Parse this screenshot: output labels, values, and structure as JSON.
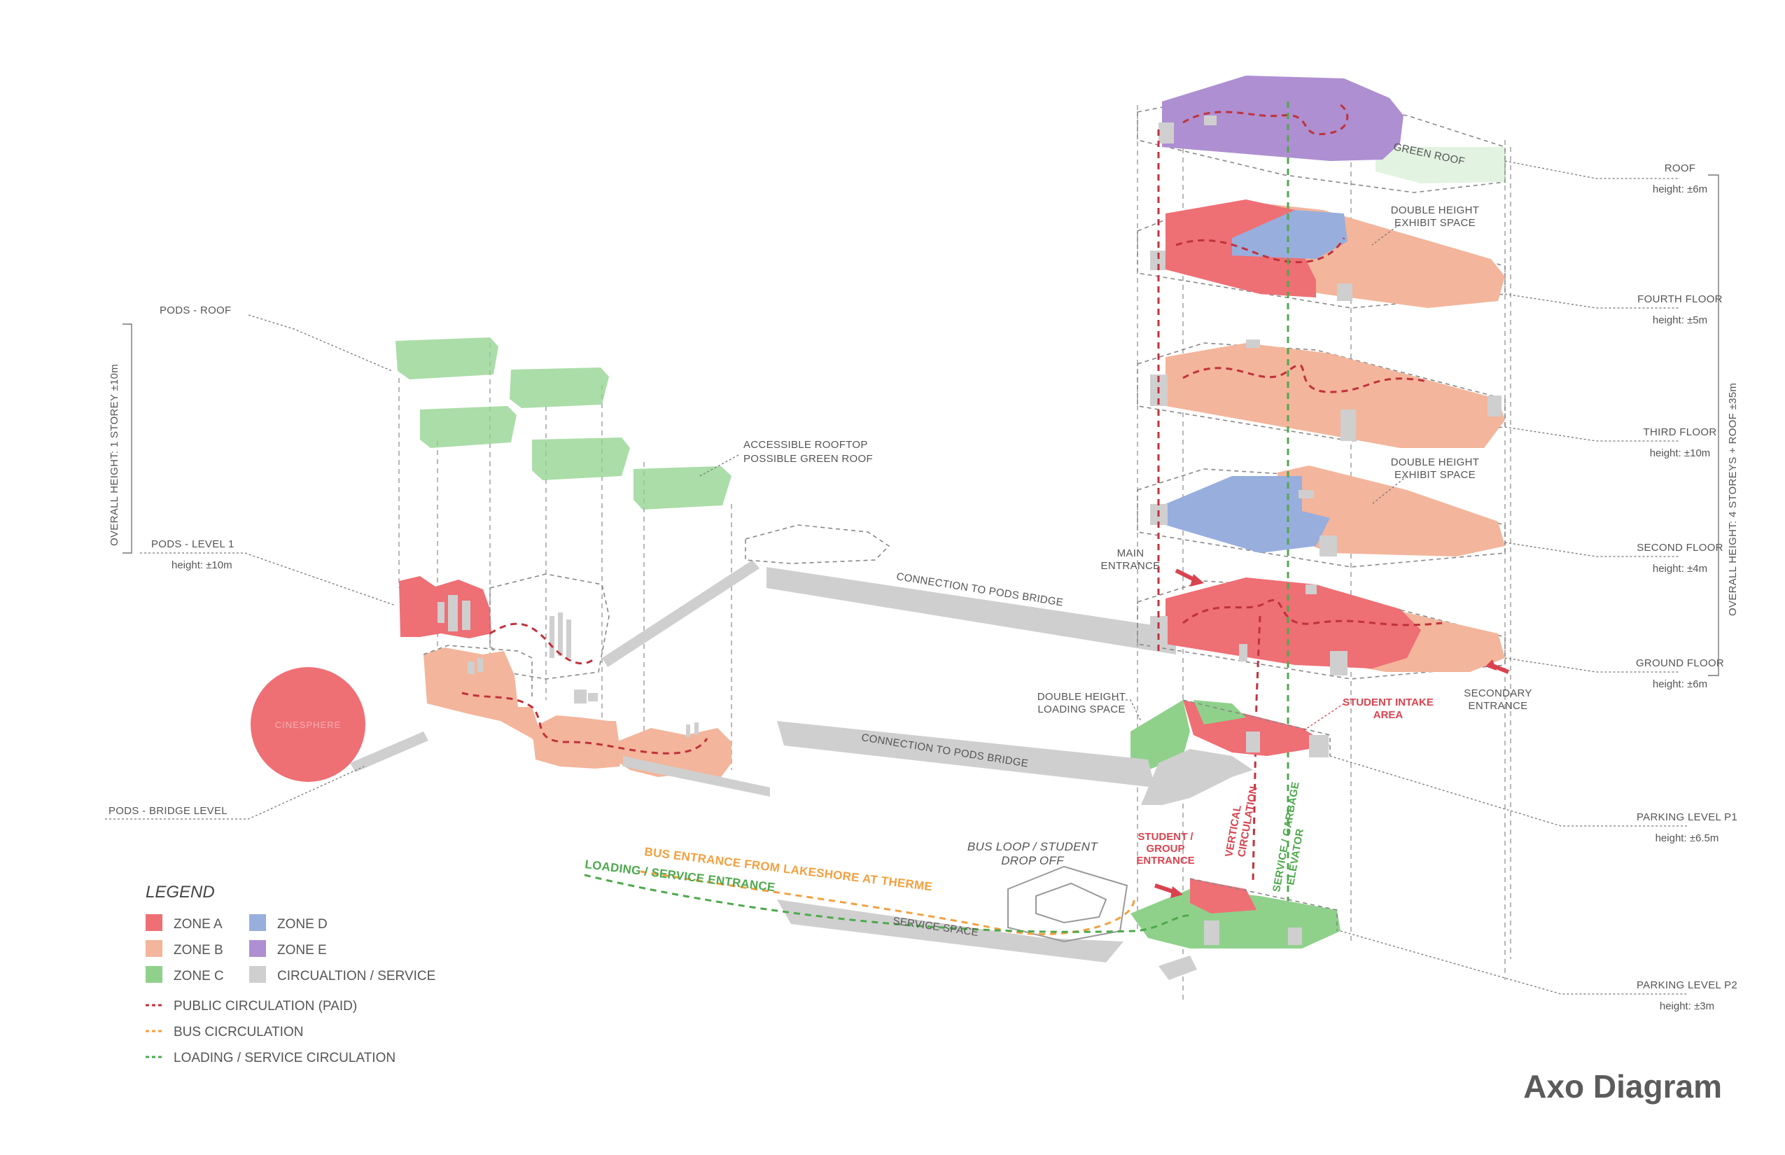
{
  "title": "Axo Diagram",
  "pods": {
    "roof": "PODS - ROOF",
    "level1": "PODS - LEVEL 1",
    "level1_height": "height: ±10m",
    "bridge": "PODS  - BRIDGE LEVEL",
    "overall_height": "OVERALL HEIGHT: 1 STOREY ±10m",
    "rooftop_line1": "ACCESSIBLE  ROOFTOP",
    "rooftop_line2": "POSSIBLE GREEN ROOF",
    "cinesphere": "CINESPHERE"
  },
  "floors": [
    {
      "name": "ROOF",
      "height": "height: ±6m"
    },
    {
      "name": "FOURTH FLOOR",
      "height": "height: ±5m"
    },
    {
      "name": "THIRD FLOOR",
      "height": "height: ±10m"
    },
    {
      "name": "SECOND FLOOR",
      "height": "height: ±4m"
    },
    {
      "name": "GROUND FLOOR",
      "height": "height: ±6m"
    },
    {
      "name": "PARKING LEVEL P1",
      "height": "height: ±6.5m"
    },
    {
      "name": "PARKING LEVEL P2",
      "height": "height: ±3m"
    }
  ],
  "tower_overall_height": "OVERALL HEIGHT: 4 STOREYS + ROOF ±35m",
  "annotations": {
    "green_roof": "GREEN ROOF",
    "double_height_1": "DOUBLE HEIGHT",
    "exhibit_space_1": "EXHIBIT SPACE",
    "double_height_2": "DOUBLE HEIGHT",
    "exhibit_space_2": "EXHIBIT SPACE",
    "main_entrance_1": "MAIN",
    "main_entrance_2": "ENTRANCE",
    "secondary_entrance_1": "SECONDARY",
    "secondary_entrance_2": "ENTRANCE",
    "connection_bridge_upper": "CONNECTION TO PODS BRIDGE",
    "connection_bridge_lower": "CONNECTION TO PODS BRIDGE",
    "double_height_loading_1": "DOUBLE HEIGHT",
    "double_height_loading_2": "LOADING SPACE",
    "student_intake_1": "STUDENT INTAKE",
    "student_intake_2": "AREA",
    "student_group_1": "STUDENT /",
    "student_group_2": "GROUP",
    "student_group_3": "ENTRANCE",
    "vertical_circ_1": "VERTICAL",
    "vertical_circ_2": "CIRCULATION",
    "service_elevator_1": "SERVICE / GARBAGE",
    "service_elevator_2": "ELEVATOR",
    "bus_loop_1": "BUS LOOP / STUDENT",
    "bus_loop_2": "DROP OFF",
    "bus_entrance": "BUS ENTRANCE FROM LAKESHORE AT THERME",
    "loading_entrance": "LOADING / SERVICE ENTRANCE",
    "service_space": "SERVICE SPACE"
  },
  "legend": {
    "title": "LEGEND",
    "zones": [
      {
        "label": "ZONE A",
        "color": "#ee6f74"
      },
      {
        "label": "ZONE B",
        "color": "#f3b59b"
      },
      {
        "label": "ZONE C",
        "color": "#8fd18b"
      },
      {
        "label": "ZONE D",
        "color": "#98aedd"
      },
      {
        "label": "ZONE E",
        "color": "#ae8fd1"
      },
      {
        "label": "CIRCUALTION / SERVICE",
        "color": "#cfcfcf"
      }
    ],
    "lines": [
      {
        "label": "PUBLIC CIRCULATION (PAID)",
        "color": "#c0323c"
      },
      {
        "label": "BUS CICRCULATION",
        "color": "#f3a040"
      },
      {
        "label": "LOADING / SERVICE CIRCULATION",
        "color": "#4ea94c"
      }
    ]
  }
}
